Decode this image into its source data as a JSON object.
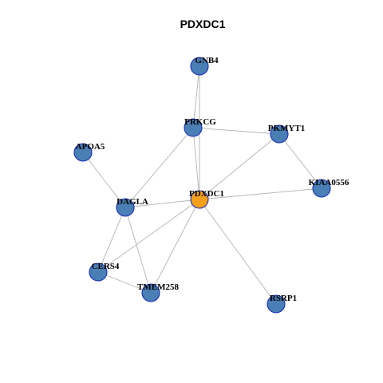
{
  "title": "PDXDC1",
  "colors": {
    "center_node": "#f5a01a",
    "neighbor_node": "#4a7fb5",
    "node_border": "#1a2db8",
    "edge": "#b3b3b3"
  },
  "nodes": [
    {
      "id": "PDXDC1",
      "label": "PDXDC1",
      "role": "center"
    },
    {
      "id": "GNB4",
      "label": "GNB4",
      "role": "neighbor"
    },
    {
      "id": "PRKCG",
      "label": "PRKCG",
      "role": "neighbor"
    },
    {
      "id": "PKMYT1",
      "label": "PKMYT1",
      "role": "neighbor"
    },
    {
      "id": "APOA5",
      "label": "APOA5",
      "role": "neighbor"
    },
    {
      "id": "KIAA0556",
      "label": "KIAA0556",
      "role": "neighbor"
    },
    {
      "id": "DAGLA",
      "label": "DAGLA",
      "role": "neighbor"
    },
    {
      "id": "CERS4",
      "label": "CERS4",
      "role": "neighbor"
    },
    {
      "id": "TMEM258",
      "label": "TMEM258",
      "role": "neighbor"
    },
    {
      "id": "RSRP1",
      "label": "RSRP1",
      "role": "neighbor"
    }
  ],
  "edges": [
    [
      "GNB4",
      "PRKCG"
    ],
    [
      "GNB4",
      "PDXDC1"
    ],
    [
      "PRKCG",
      "PKMYT1"
    ],
    [
      "PRKCG",
      "PDXDC1"
    ],
    [
      "PRKCG",
      "DAGLA"
    ],
    [
      "PKMYT1",
      "PDXDC1"
    ],
    [
      "PKMYT1",
      "KIAA0556"
    ],
    [
      "APOA5",
      "DAGLA"
    ],
    [
      "DAGLA",
      "PDXDC1"
    ],
    [
      "DAGLA",
      "CERS4"
    ],
    [
      "DAGLA",
      "TMEM258"
    ],
    [
      "PDXDC1",
      "KIAA0556"
    ],
    [
      "PDXDC1",
      "TMEM258"
    ],
    [
      "PDXDC1",
      "RSRP1"
    ],
    [
      "PDXDC1",
      "CERS4"
    ],
    [
      "CERS4",
      "TMEM258"
    ]
  ]
}
